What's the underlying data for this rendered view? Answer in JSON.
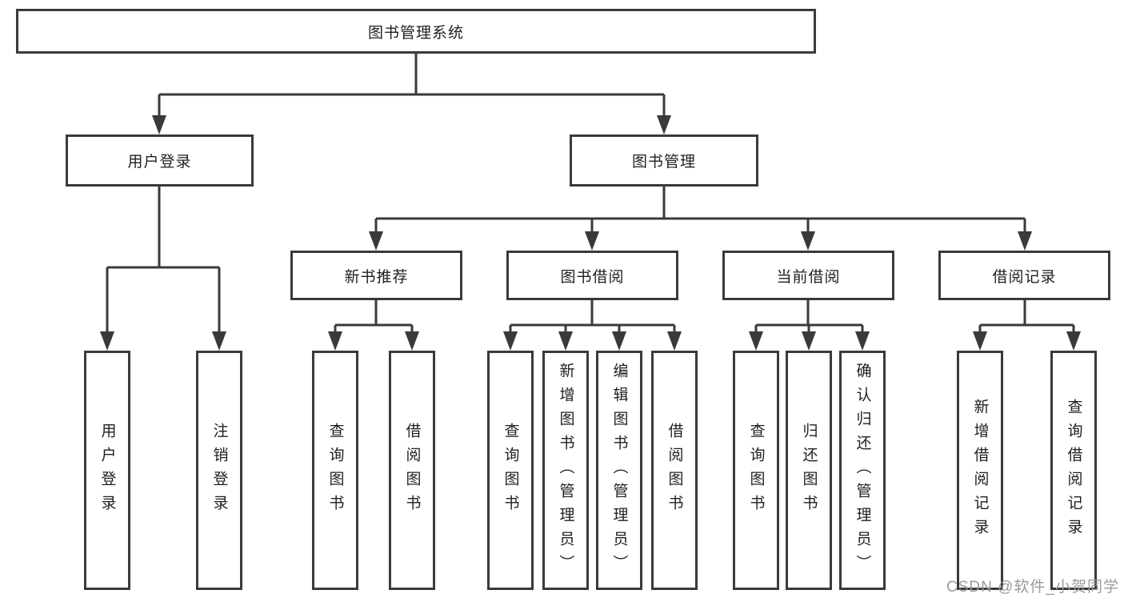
{
  "diagram": {
    "title": "图书管理系统",
    "type": "hierarchy-tree",
    "colors": {
      "line": "#3a3a3a",
      "box_border": "#3a3a3a",
      "text": "#1f1f1f",
      "background": "#ffffff",
      "watermark": "#9b9b9b"
    }
  },
  "tree": {
    "label": "图书管理系统",
    "children": [
      {
        "label": "用户登录",
        "children": [
          {
            "label": "用户登录"
          },
          {
            "label": "注销登录"
          }
        ]
      },
      {
        "label": "图书管理",
        "children": [
          {
            "label": "新书推荐",
            "children": [
              {
                "label": "查询图书"
              },
              {
                "label": "借阅图书"
              }
            ]
          },
          {
            "label": "图书借阅",
            "children": [
              {
                "label": "查询图书"
              },
              {
                "label": "新增图书（管理员）"
              },
              {
                "label": "编辑图书（管理员）"
              },
              {
                "label": "借阅图书"
              }
            ]
          },
          {
            "label": "当前借阅",
            "children": [
              {
                "label": "查询图书"
              },
              {
                "label": "归还图书"
              },
              {
                "label": "确认归还（管理员）"
              }
            ]
          },
          {
            "label": "借阅记录",
            "children": [
              {
                "label": "新增借阅记录"
              },
              {
                "label": "查询借阅记录"
              }
            ]
          }
        ]
      }
    ]
  },
  "watermark": "CSDN @软件_小贺同学"
}
